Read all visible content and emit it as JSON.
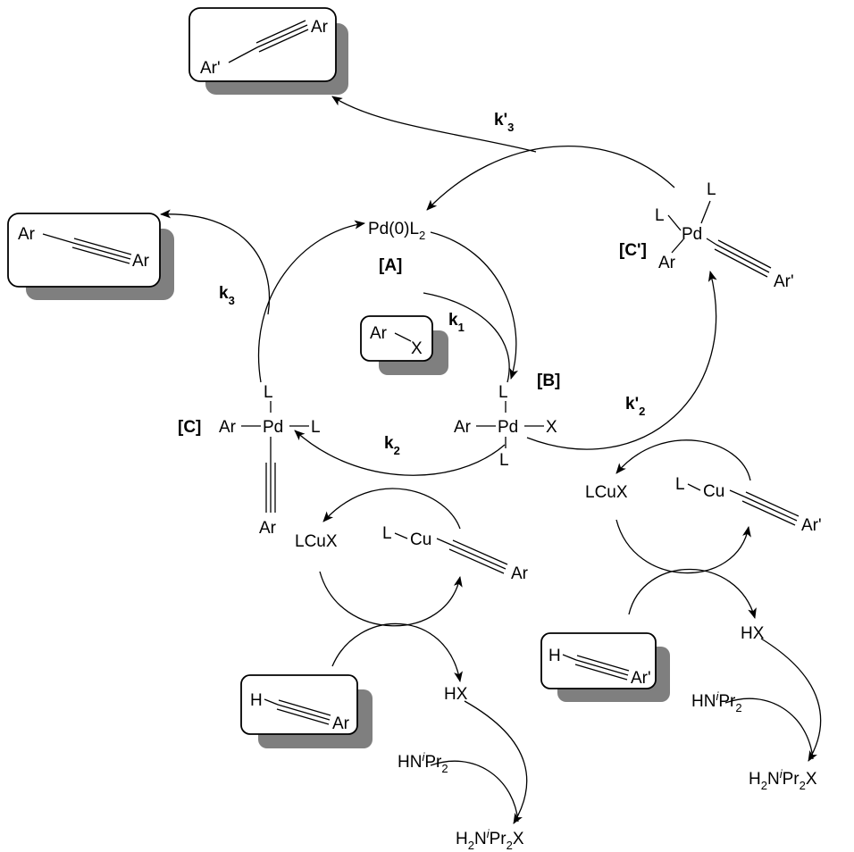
{
  "scheme": {
    "catalyst_A": {
      "label": "[A]",
      "formula": "Pd(0)L",
      "sub": "2"
    },
    "complex_B": {
      "label": "[B]",
      "aryl": "Ar",
      "metal": "Pd",
      "ligand_top": "L",
      "ligand_bottom": "L",
      "halide": "X"
    },
    "complex_C": {
      "label": "[C]",
      "aryl": "Ar",
      "metal": "Pd",
      "ligand_top": "L",
      "ligand_right": "L",
      "alkyne_aryl": "Ar"
    },
    "complex_C_prime": {
      "label": "[C']",
      "metal": "Pd",
      "ligand_top": "L",
      "ligand_left": "L",
      "aryl": "Ar",
      "alkyne_aryl": "Ar'"
    },
    "aryl_halide": {
      "aryl": "Ar",
      "halide": "X"
    },
    "product_homo": {
      "left": "Ar",
      "right": "Ar"
    },
    "product_cross": {
      "left": "Ar'",
      "right": "Ar"
    },
    "rate_constants": {
      "k1": {
        "main": "k",
        "sub": "1"
      },
      "k2": {
        "main": "k",
        "sub": "2"
      },
      "k3": {
        "main": "k",
        "sub": "3"
      },
      "k2_prime": {
        "main": "k'",
        "sub": "2"
      },
      "k3_prime": {
        "main": "k'",
        "sub": "3"
      }
    },
    "copper_cycle_left": {
      "lcux": "LCuX",
      "cu_ligand": "L",
      "cu": "Cu",
      "acetylide_aryl": "Ar",
      "alkyne_h": "H",
      "alkyne_aryl": "Ar",
      "hx": "HX",
      "base": {
        "pre": "HN",
        "iso": "i",
        "mid": "Pr",
        "sub": "2"
      },
      "salt": {
        "h": "H",
        "hsub": "2",
        "n": "N",
        "iso": "i",
        "pr": "Pr",
        "prsub": "2",
        "x": "X"
      }
    },
    "copper_cycle_right": {
      "lcux": "LCuX",
      "cu_ligand": "L",
      "cu": "Cu",
      "acetylide_aryl": "Ar'",
      "alkyne_h": "H",
      "alkyne_aryl": "Ar'",
      "hx": "HX",
      "base": {
        "pre": "HN",
        "iso": "i",
        "mid": "Pr",
        "sub": "2"
      },
      "salt": {
        "h": "H",
        "hsub": "2",
        "n": "N",
        "iso": "i",
        "pr": "Pr",
        "prsub": "2",
        "x": "X"
      }
    }
  }
}
